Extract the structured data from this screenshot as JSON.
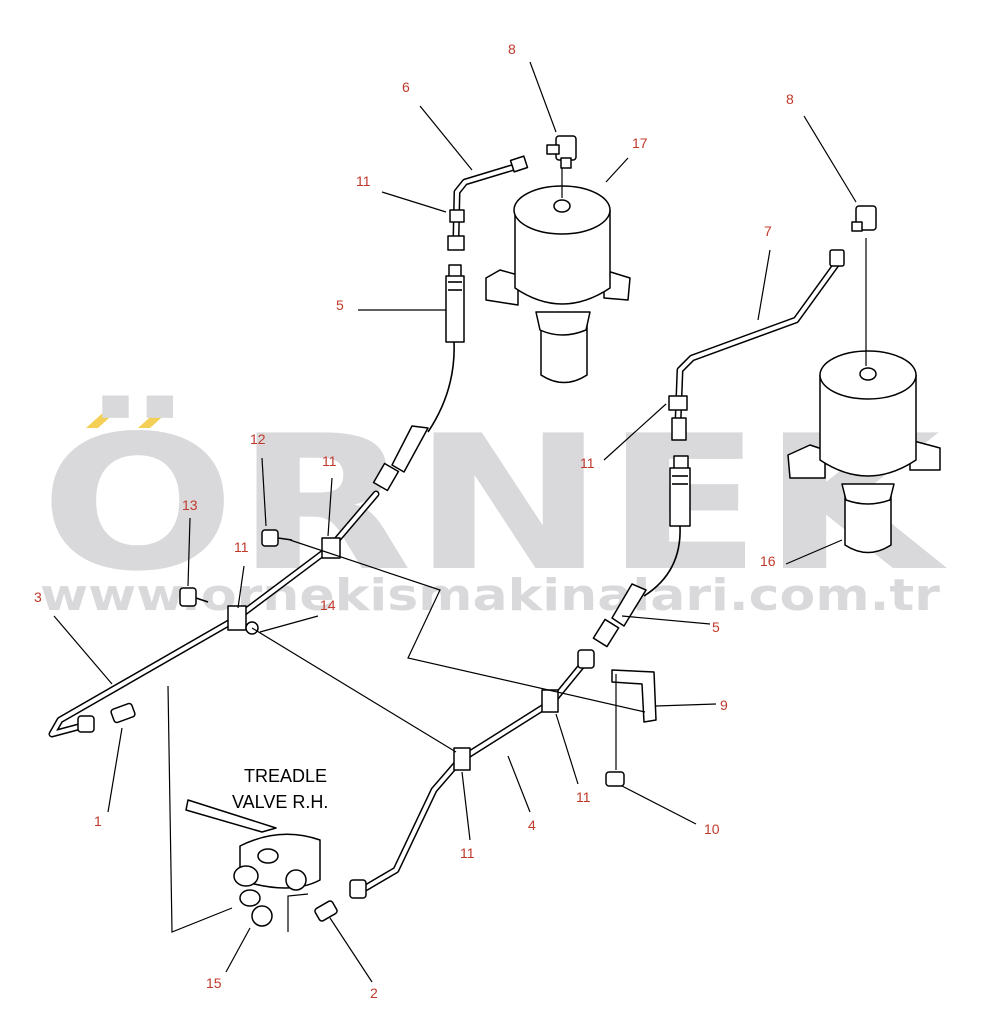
{
  "watermark": {
    "brand": "ÖRNEK",
    "url": "www.ornekismakinalari.com.tr",
    "color": "#d9d9dc",
    "accent": "#f3cf55"
  },
  "colors": {
    "callout_text": "#c0392b",
    "line": "#000000"
  },
  "assembly_label": {
    "line1": "TREADLE",
    "line2": "VALVE R.H."
  },
  "callouts": [
    {
      "id": "c8a",
      "text": "8"
    },
    {
      "id": "c6",
      "text": "6"
    },
    {
      "id": "c17",
      "text": "17"
    },
    {
      "id": "c11a",
      "text": "11"
    },
    {
      "id": "c5a",
      "text": "5"
    },
    {
      "id": "c8b",
      "text": "8"
    },
    {
      "id": "c7",
      "text": "7"
    },
    {
      "id": "c11b",
      "text": "11"
    },
    {
      "id": "c12",
      "text": "12"
    },
    {
      "id": "c11c",
      "text": "11"
    },
    {
      "id": "c13",
      "text": "13"
    },
    {
      "id": "c11d",
      "text": "11"
    },
    {
      "id": "c16",
      "text": "16"
    },
    {
      "id": "c3",
      "text": "3"
    },
    {
      "id": "c14",
      "text": "14"
    },
    {
      "id": "c5b",
      "text": "5"
    },
    {
      "id": "c9",
      "text": "9"
    },
    {
      "id": "c1",
      "text": "1"
    },
    {
      "id": "c4",
      "text": "4"
    },
    {
      "id": "c11e",
      "text": "11"
    },
    {
      "id": "c11f",
      "text": "11"
    },
    {
      "id": "c10",
      "text": "10"
    },
    {
      "id": "c15",
      "text": "15"
    },
    {
      "id": "c2",
      "text": "2"
    }
  ]
}
